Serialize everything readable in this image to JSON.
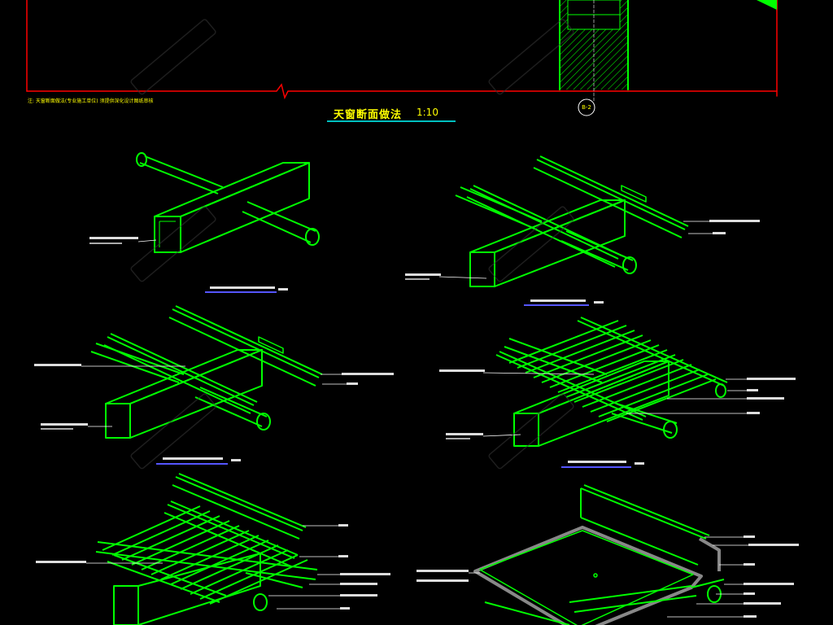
{
  "drawing": {
    "title": "天窗断面做法",
    "scale": "1:10",
    "note": "注: 天窗断面做法(专业施工单位) 须提供深化设计图纸审核",
    "axis_tag": "B-2"
  },
  "colors": {
    "background": "#000000",
    "geometry": "#00ff00",
    "frame": "#ff0000",
    "title": "#ffff00",
    "underline": "#00ffff",
    "leader": "#ffffff",
    "label_bar": "#5555ff"
  },
  "details": [
    {
      "id": "detail-1",
      "components": [
        "square-tube",
        "round-tube"
      ]
    },
    {
      "id": "detail-2",
      "components": [
        "square-tube",
        "round-tube",
        "channel-rails"
      ]
    },
    {
      "id": "detail-3",
      "components": [
        "square-tube",
        "round-tube",
        "channel-rails"
      ]
    },
    {
      "id": "detail-4",
      "components": [
        "square-tube",
        "round-tube",
        "channel-rails",
        "slats"
      ]
    },
    {
      "id": "detail-5",
      "components": [
        "square-tube",
        "round-tube",
        "channel-rails",
        "slats"
      ]
    },
    {
      "id": "detail-6",
      "components": [
        "square-tube",
        "round-tube",
        "glass-panel",
        "gutter"
      ]
    }
  ],
  "watermark": {
    "icon": "watermark-logo-icon"
  }
}
